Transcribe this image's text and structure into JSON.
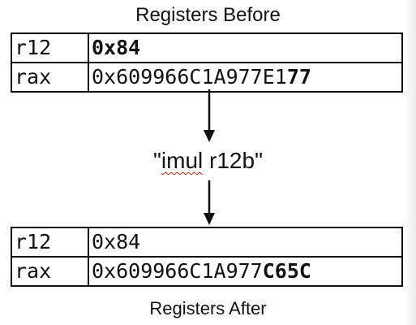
{
  "before": {
    "caption": "Registers Before",
    "rows": [
      {
        "name": "r12",
        "value_normal": "",
        "value_bold": "0x84"
      },
      {
        "name": "rax",
        "value_normal": "0x609966C1A977E1",
        "value_bold": "77"
      }
    ]
  },
  "instruction": {
    "quote_open": "\"",
    "mnemonic": "imul",
    "operand": " r12b",
    "quote_close": "\""
  },
  "after": {
    "caption": "Registers After",
    "rows": [
      {
        "name": "r12",
        "value_normal": "0x84",
        "value_bold": ""
      },
      {
        "name": "rax",
        "value_normal": "0x609966C1A977",
        "value_bold": "C65C"
      }
    ]
  }
}
